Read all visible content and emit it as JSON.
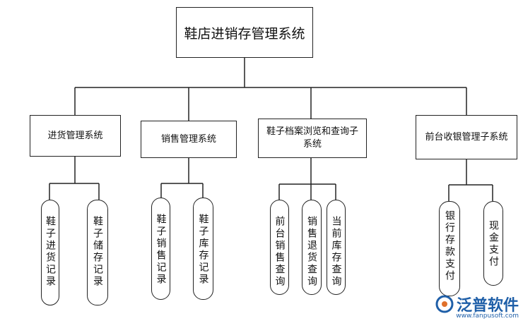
{
  "root": {
    "label": "鞋店进销存管理系统"
  },
  "subsystems": [
    {
      "label": "进货管理系统",
      "children": [
        "鞋子进货记录",
        "鞋子储存记录"
      ]
    },
    {
      "label": "销售管理系统",
      "children": [
        "鞋子销售记录",
        "鞋子库存记录"
      ]
    },
    {
      "label": "鞋子档案浏览和查询子系统",
      "children": [
        "前台销售查询",
        "销售退货查询",
        "当前库存查询"
      ]
    },
    {
      "label": "前台收银管理子系统",
      "children": [
        "银行存款支付",
        "现金支付"
      ]
    }
  ],
  "watermark": {
    "brand": "泛普软件",
    "url": "www.fanpusoft.com",
    "accent": "#1f5fa8"
  }
}
